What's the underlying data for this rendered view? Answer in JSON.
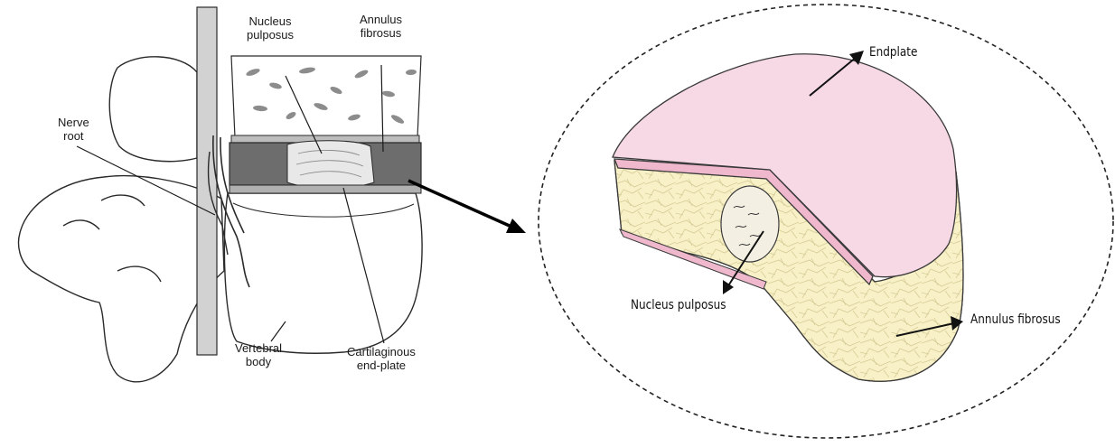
{
  "left_figure": {
    "labels": {
      "nucleus_pulposus": [
        "Nucleus",
        "pulposus"
      ],
      "annulus_fibrosus": [
        "Annulus",
        "fibrosus"
      ],
      "nerve_root": [
        "Nerve",
        "root"
      ],
      "vertebral_body": [
        "Vertebral",
        "body"
      ],
      "cartilaginous_end_plate": [
        "Cartilaginous",
        "end-plate"
      ]
    }
  },
  "right_figure": {
    "labels": {
      "endplate": "Endplate",
      "nucleus_pulposus": "Nucleus pulposus",
      "annulus_fibrosus": "Annulus fibrosus"
    }
  },
  "colors": {
    "endplate": "#f7d9e6",
    "annulus": "#f5ecb6",
    "nucleus": "#f3efe2",
    "disc_band": "#6d6d6d"
  }
}
